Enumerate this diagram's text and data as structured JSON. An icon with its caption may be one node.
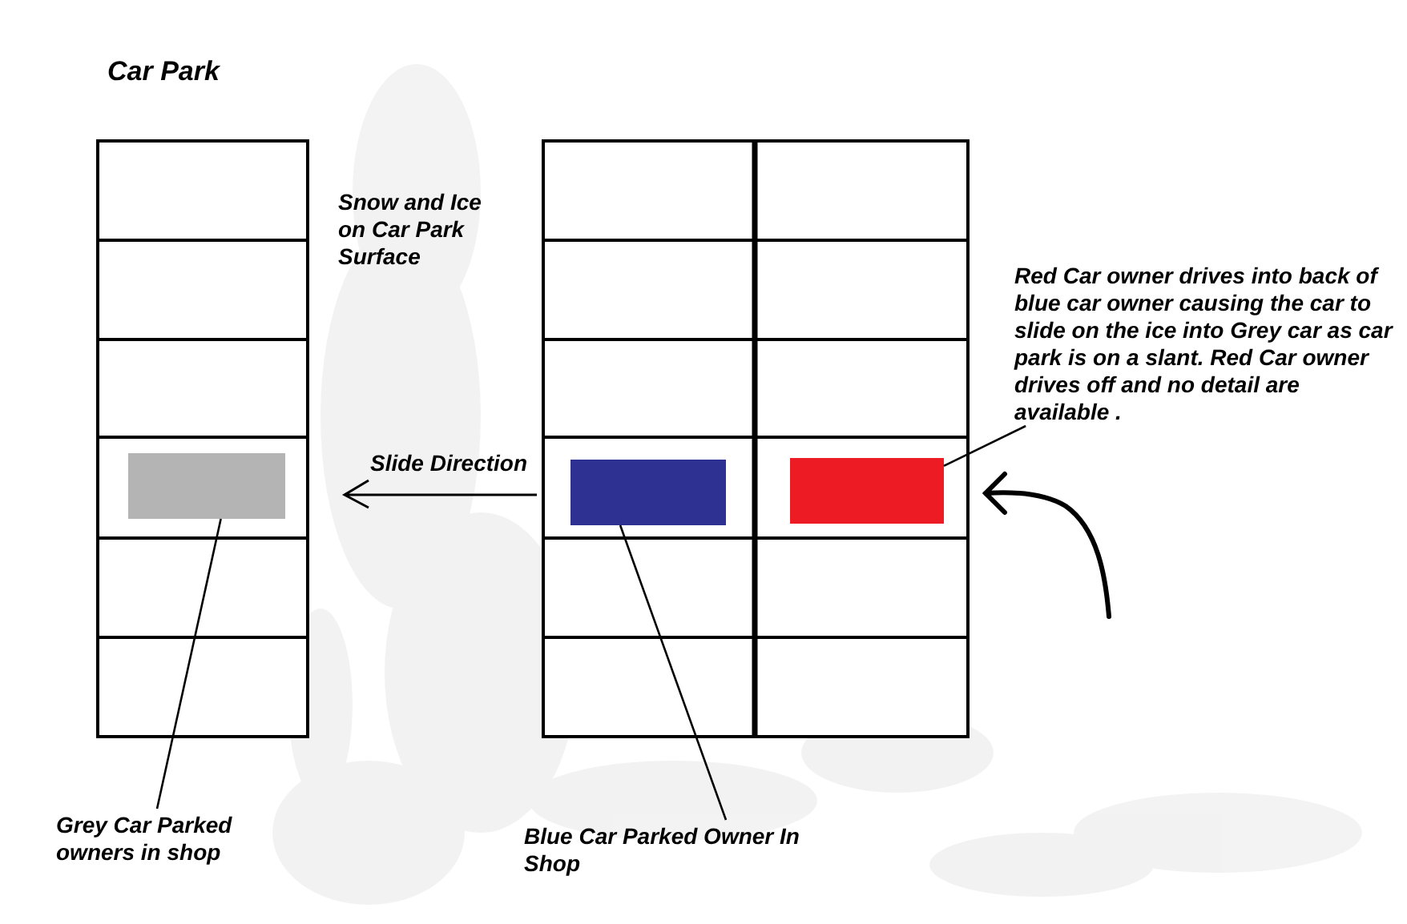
{
  "diagram": {
    "title": "Car Park",
    "nodes": [
      {
        "text": [],
        "shape": "bar"
      },
      {
        "text": [],
        "shape": "bar"
      },
      {
        "text": [],
        "shape": "bar"
      },
      {
        "text": [
          "Grey Car Parked owners in shop"
        ]
      },
      {
        "text": [
          "Blue Car Parked Owner In Shop"
        ]
      },
      {
        "text": [
          "Red Car owner drives into back of blue car owner causing the car to slide on the ice into Grey car as car park is on a slant. Red Car owner drives off and no detail are available ."
        ]
      }
    ],
    "edges": [
      {
        "from": 3,
        "to": 0,
        "arrow": "none"
      },
      {
        "from": 4,
        "to": 1,
        "arrow": "none"
      },
      {
        "from": 5,
        "to": 2,
        "arrow": "none"
      }
    ],
    "labels": [
      "Snow and Ice on Car Park Surface",
      "Slide Direction"
    ]
  }
}
